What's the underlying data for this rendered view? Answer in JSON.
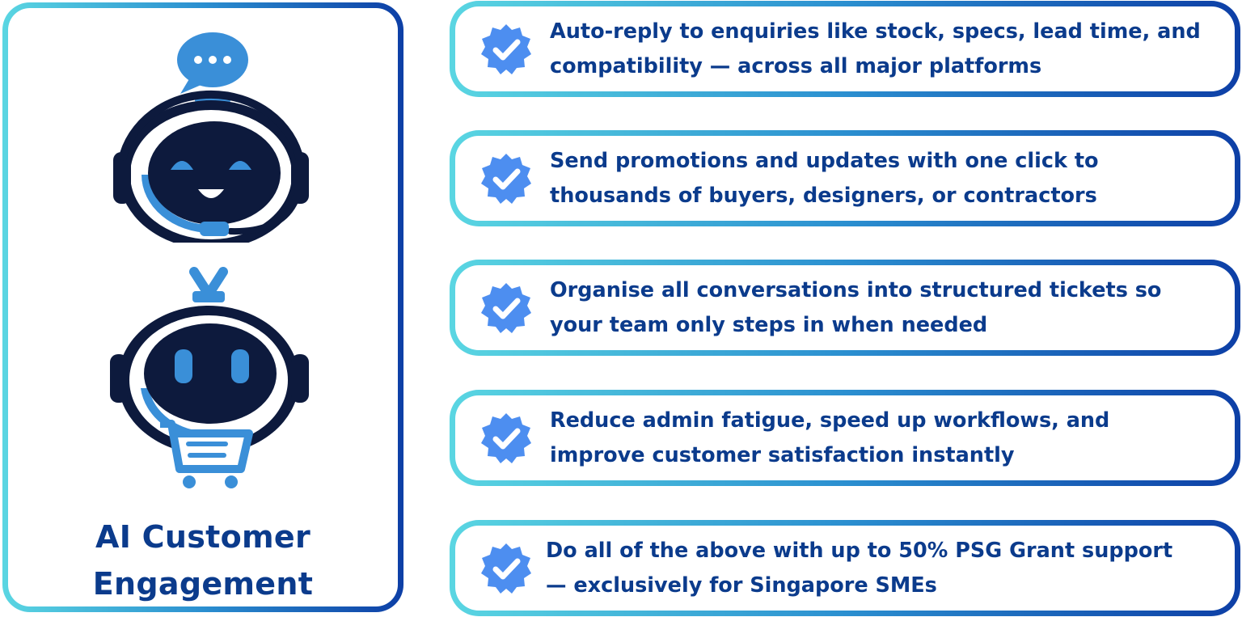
{
  "left_panel": {
    "title_line1": "AI Customer",
    "title_line2": "Engagement",
    "robot_top_icon": "chat-robot-headset-icon",
    "robot_bottom_icon": "shopping-cart-robot-icon",
    "chat_bubble_text": "•••"
  },
  "colors": {
    "navy": "#0b3b8c",
    "dark_robot": "#0d1a3d",
    "blue_accent": "#3a8fd8",
    "light_blue": "#5ab3e8",
    "gradient_start": "#5ad6e2",
    "gradient_end": "#0d3fa6",
    "badge_blue": "#4d8ef0"
  },
  "features": [
    {
      "icon": "verified-check-badge-icon",
      "line1": "Auto-reply to enquiries like stock, specs, lead time, and",
      "line2": "compatibility — across all major platforms"
    },
    {
      "icon": "verified-check-badge-icon",
      "line1": "Send promotions and updates with one click to",
      "line2": "thousands of buyers, designers, or contractors"
    },
    {
      "icon": "verified-check-badge-icon",
      "line1": "Organise all conversations into structured tickets so",
      "line2": "your team only steps in when needed"
    },
    {
      "icon": "verified-check-badge-icon",
      "line1": "Reduce admin fatigue, speed up workflows, and",
      "line2": "improve customer satisfaction instantly"
    },
    {
      "icon": "verified-check-badge-icon",
      "line1": "Do all of the above with up to 50% PSG Grant support",
      "line2": "— exclusively for Singapore SMEs"
    }
  ]
}
